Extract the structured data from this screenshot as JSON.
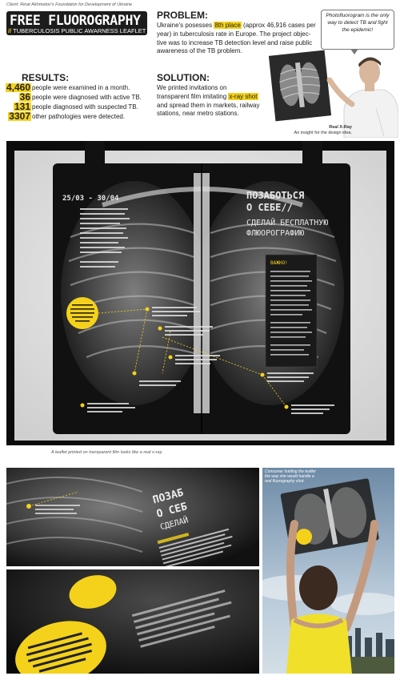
{
  "client_line": "Client: Rinat Akhmetov's Foundation  for Development of Ukraine",
  "title": "FREE FLUOROGRAPHY",
  "subtitle_prefix": "//",
  "subtitle": "TUBERCULOSIS PUBLIC AWARNESS LEAFLET",
  "problem": {
    "heading": "PROBLEM:",
    "text_before": "Ukraine's posesses ",
    "highlight": "8th place",
    "text_after": " (approx 46,916 cases per year) in tuberculosis rate in Europe. The project objec-tive was to increase  TB detection level and raise public awareness of the TB problem."
  },
  "results": {
    "heading": "RESULTS:",
    "rows": [
      {
        "number": "4,460",
        "text": "people were examined in a month."
      },
      {
        "number": "36",
        "text": "people were diagnosed with active TB."
      },
      {
        "number": "131",
        "text": "people diagnosed with suspected TB."
      },
      {
        "number": "3307",
        "text": "other pathologies were detected."
      }
    ]
  },
  "solution": {
    "heading": "SOLUTION:",
    "text_before": "We printed invitations on transparent film imitating ",
    "highlight": "x-ray shot",
    "text_after": " and spread them in markets, railway stations, near metro stations."
  },
  "bubble_text": "Photofluorogram is the only way to detect TB and fight the epidemic!",
  "doctor_caption": {
    "title": "Real X-Ray",
    "text": "An insight for the design idea."
  },
  "leaflet": {
    "date": "25/03 - 30/04",
    "heading_line1": "ПОЗАБОТЬСЯ",
    "heading_line2": "О СЕБЕ//",
    "heading_line3": "СДЕЛАЙ БЕСПЛАТНУЮ",
    "heading_line4": "ФЛЮОРОГРАФИЮ",
    "important_label": "ВАЖНО!"
  },
  "main_caption": "A leaflet printed on transparent film looks like a real x-ray.",
  "panel4_caption": "Consumer holding the leaflet the way she would handle a real fluorography shot.",
  "colors": {
    "accent": "#f4d21c",
    "dark": "#1c1c1c"
  }
}
